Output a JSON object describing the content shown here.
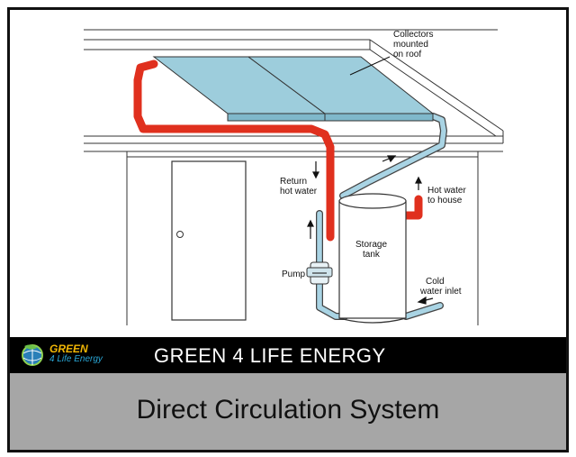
{
  "labels": {
    "collectors": [
      "Collectors",
      "mounted",
      "on roof"
    ],
    "return_hot_water": [
      "Return",
      "hot water"
    ],
    "hot_water_to_house": [
      "Hot water",
      "to house"
    ],
    "storage_tank": [
      "Storage",
      "tank"
    ],
    "pump": "Pump",
    "cold_water_inlet": [
      "Cold",
      "water inlet"
    ]
  },
  "banner": {
    "logo_line1": "GREEN",
    "logo_line2": "4 Life Energy",
    "title": "GREEN 4 LIFE ENERGY"
  },
  "caption": "Direct Circulation System",
  "colors": {
    "hot_pipe": "#e0301e",
    "cold_pipe": "#a9d4e4",
    "collector": "#9dcddc",
    "banner_bg": "#000000",
    "caption_bg": "#a6a6a6"
  }
}
